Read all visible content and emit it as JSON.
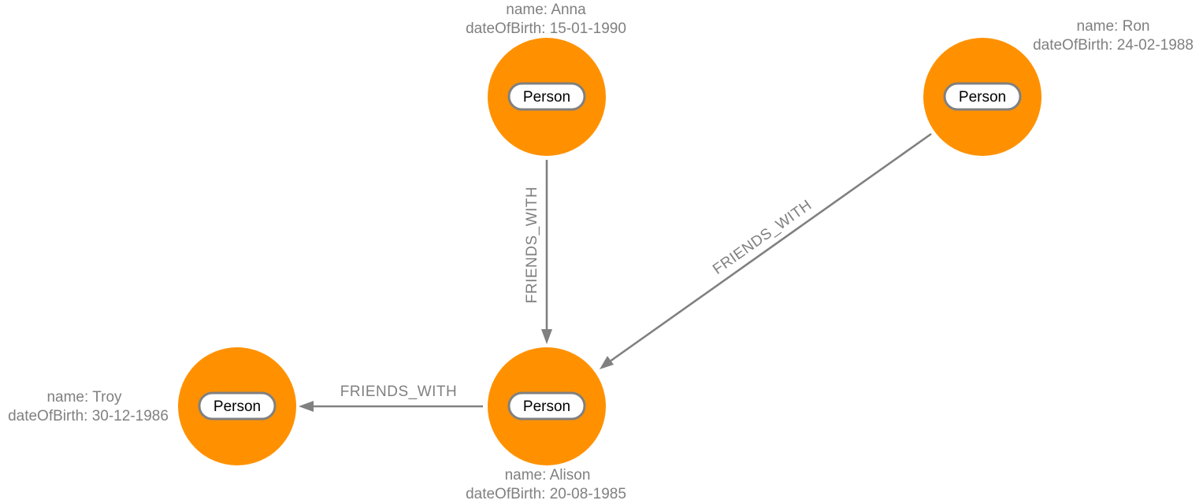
{
  "colors": {
    "node": "#ff9100",
    "edge": "#808080",
    "text_muted": "#808080"
  },
  "nodes": [
    {
      "id": "anna",
      "label": "Person",
      "name": "name: Anna",
      "dob": "dateOfBirth: 15-01-1990"
    },
    {
      "id": "ron",
      "label": "Person",
      "name": "name: Ron",
      "dob": "dateOfBirth: 24-02-1988"
    },
    {
      "id": "troy",
      "label": "Person",
      "name": "name: Troy",
      "dob": "dateOfBirth: 30-12-1986"
    },
    {
      "id": "alison",
      "label": "Person",
      "name": "name: Alison",
      "dob": "dateOfBirth: 20-08-1985"
    }
  ],
  "edges": [
    {
      "from": "anna",
      "to": "alison",
      "label": "FRIENDS_WITH"
    },
    {
      "from": "ron",
      "to": "alison",
      "label": "FRIENDS_WITH"
    },
    {
      "from": "alison",
      "to": "troy",
      "label": "FRIENDS_WITH"
    }
  ]
}
